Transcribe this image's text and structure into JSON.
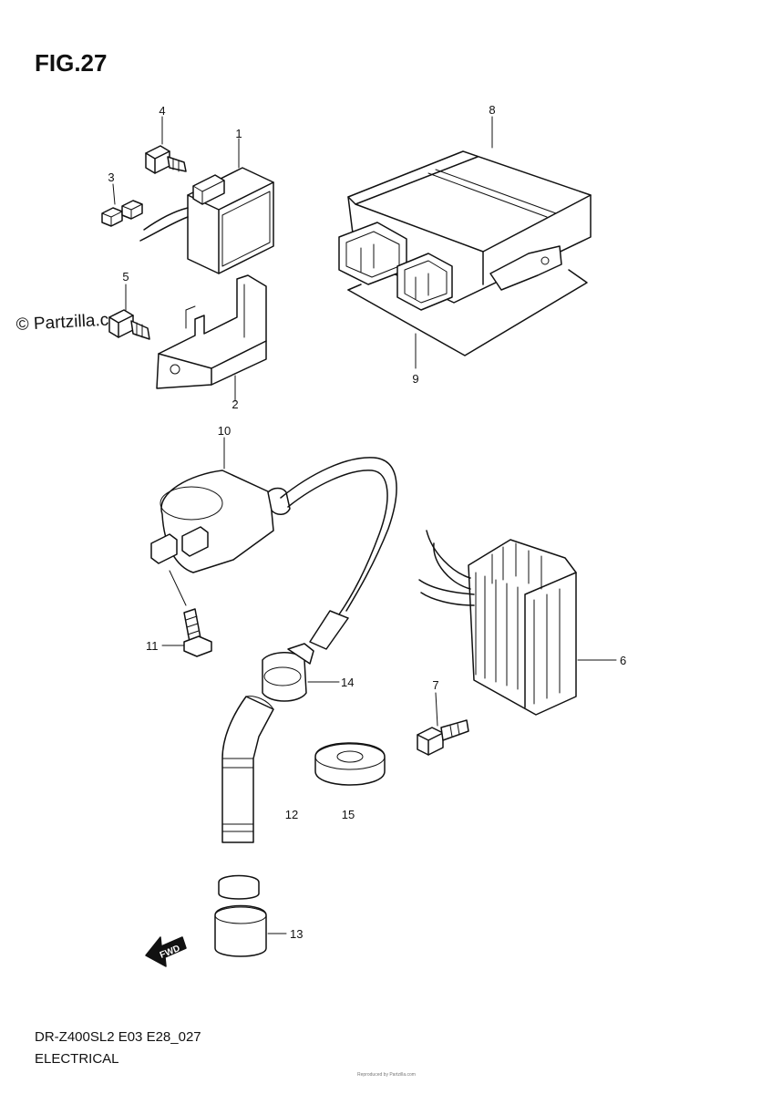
{
  "figure": {
    "title": "FIG.27"
  },
  "watermark": {
    "text": "© Partzilla.com"
  },
  "callouts": [
    {
      "id": "1",
      "label": "1"
    },
    {
      "id": "2",
      "label": "2"
    },
    {
      "id": "3",
      "label": "3"
    },
    {
      "id": "4",
      "label": "4"
    },
    {
      "id": "5",
      "label": "5"
    },
    {
      "id": "6",
      "label": "6"
    },
    {
      "id": "7",
      "label": "7"
    },
    {
      "id": "8",
      "label": "8"
    },
    {
      "id": "9",
      "label": "9"
    },
    {
      "id": "10",
      "label": "10"
    },
    {
      "id": "11",
      "label": "11"
    },
    {
      "id": "12",
      "label": "12"
    },
    {
      "id": "13",
      "label": "13"
    },
    {
      "id": "14",
      "label": "14"
    },
    {
      "id": "15",
      "label": "15"
    }
  ],
  "direction_arrow": {
    "label": "FWD"
  },
  "footer": {
    "model_code": "DR-Z400SL2 E03 E28_027",
    "section_name": "ELECTRICAL"
  },
  "fine_print": "Reproduced by Partzilla.com"
}
